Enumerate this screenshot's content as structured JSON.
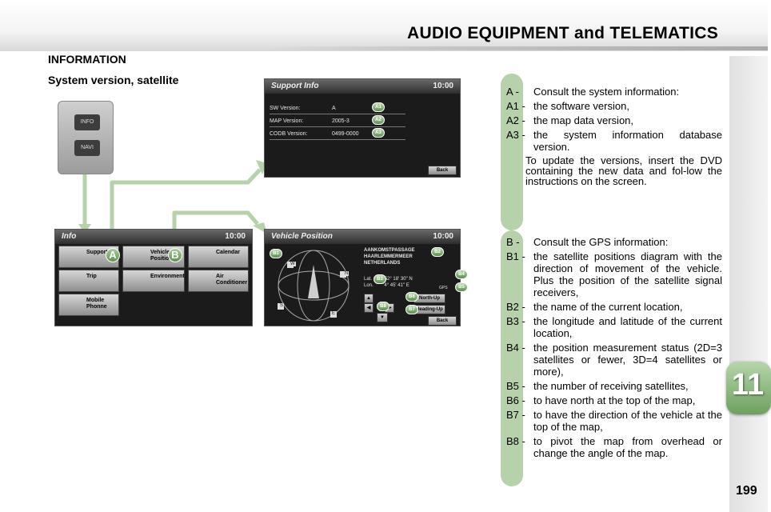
{
  "header": {
    "title": "AUDIO EQUIPMENT and TELEMATICS"
  },
  "section": {
    "title": "INFORMATION",
    "subtitle": "System version, satellite"
  },
  "chapter": {
    "number": "11"
  },
  "page": {
    "number": "199"
  },
  "colors": {
    "accent_green": "#b7d1ab",
    "callout_green": "#6e9f60"
  },
  "device_button": {
    "info": "INFO",
    "navi": "NAVI"
  },
  "support_info_screen": {
    "title": "Support Info",
    "clock": "10:00",
    "rows": [
      {
        "label": "SW Version:",
        "value": "A",
        "badge": "A1"
      },
      {
        "label": "MAP Version:",
        "value": "2005-3",
        "badge": "A2"
      },
      {
        "label": "CODB Version:",
        "value": "0499-0000",
        "badge": "A3"
      }
    ],
    "back": "Back"
  },
  "info_screen": {
    "title": "Info",
    "clock": "10:00",
    "tiles": [
      "Support",
      "Vehicle Position",
      "Calendar",
      "Trip",
      "Environment",
      "Air Conditioner",
      "Mobile Phonne"
    ]
  },
  "callouts": {
    "a": "A",
    "b": "B"
  },
  "vehicle_position_screen": {
    "title": "Vehicle Position",
    "clock": "10:00",
    "location": [
      "AANKOMSTPASSAGE",
      "HAARLEMMERMEER",
      "NETHERLANDS"
    ],
    "lat_label": "Lat.",
    "lat": "52° 18' 30\" N",
    "lon_label": "Lon.",
    "lon": "4° 45' 41\" E",
    "gps": "GPS",
    "north_up": "North-Up",
    "heading_up": "Heading-Up",
    "back": "Back",
    "compass": {
      "n": "N",
      "s": "S",
      "e": "E",
      "w": "W"
    },
    "badges": [
      "B1",
      "B2",
      "B3",
      "B4",
      "B5",
      "B6",
      "B7",
      "B8"
    ]
  },
  "desc_a": [
    {
      "code": "A -",
      "text": "Consult the system information:"
    },
    {
      "code": "A1 -",
      "text": "the software version,"
    },
    {
      "code": "A2 -",
      "text": "the map data version,"
    },
    {
      "code": "A3 -",
      "text": "the system information database version."
    }
  ],
  "desc_a_note": "To update the versions, insert the DVD containing the new data and fol-low the instructions on the screen.",
  "desc_b": [
    {
      "code": "B -",
      "text": "Consult the GPS information:"
    },
    {
      "code": "B1 -",
      "text": "the satellite positions diagram with the direction of movement of the vehicle. Plus the position of the satellite signal receivers,"
    },
    {
      "code": "B2 -",
      "text": "the name of the current location,"
    },
    {
      "code": "B3 -",
      "text": "the longitude and latitude of the current location,"
    },
    {
      "code": "B4 -",
      "text": "the position measurement status (2D=3 satellites or fewer, 3D=4 satellites or more),"
    },
    {
      "code": "B5 -",
      "text": "the number of receiving satellites,"
    },
    {
      "code": "B6 -",
      "text": "to have north at the top of the map,"
    },
    {
      "code": "B7 -",
      "text": "to have the direction of the vehicle at the top of the map,"
    },
    {
      "code": "B8 -",
      "text": "to pivot the map from overhead or change the angle of the map."
    }
  ]
}
